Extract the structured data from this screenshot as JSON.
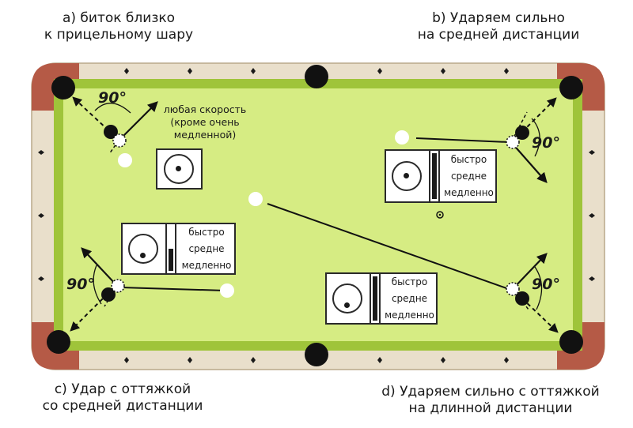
{
  "captions": {
    "a": {
      "line1": "а) биток близко",
      "line2": "к прицельному шару"
    },
    "b": {
      "line1": "b) Ударяем сильно",
      "line2": "на средней дистанции"
    },
    "c": {
      "line1": "с) Удар с оттяжкой",
      "line2": "со средней дистанции"
    },
    "d": {
      "line1": "d) Ударяем сильно с оттяжкой",
      "line2": "на длинной дистанции"
    }
  },
  "angle_label": "90°",
  "annotation_a": {
    "line1": "любая скорость",
    "line2": "(кроме очень",
    "line3": "медленной)"
  },
  "speed_labels": {
    "fast": "быстро",
    "medium": "средне",
    "slow": "медленно"
  },
  "speed_levels": {
    "b": 1.0,
    "c": 0.5,
    "d": 1.0
  },
  "colors": {
    "felt": "#d6ec83",
    "felt_border": "#9fc43a",
    "rail": "#e9dfcb",
    "corner": "#b55a46",
    "pocket": "#111111",
    "diamond": "#1a1a1a"
  }
}
